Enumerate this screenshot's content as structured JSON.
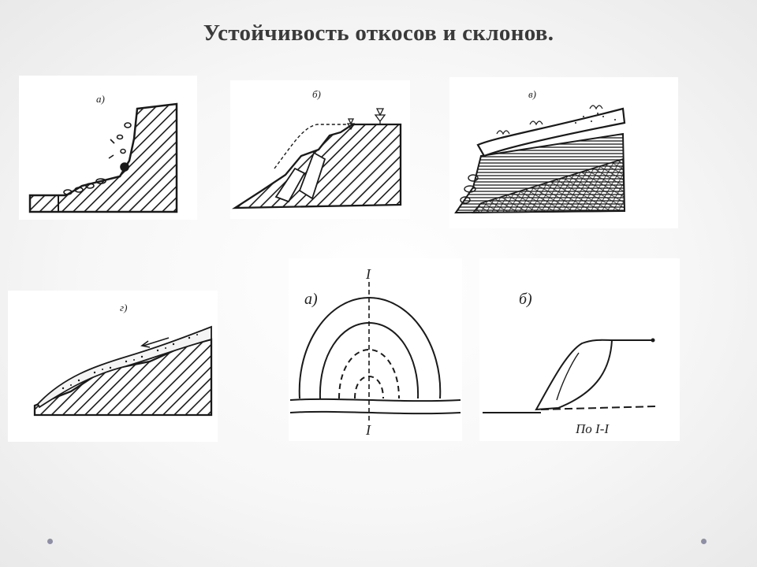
{
  "slide": {
    "title": "Устойчивость откосов и склонов."
  },
  "figures": {
    "a": {
      "label": "а)"
    },
    "b": {
      "label": "б)"
    },
    "v": {
      "label": "в)"
    },
    "g": {
      "label": "г)"
    },
    "plan": {
      "label": "а)",
      "axis_top": "I",
      "axis_bottom": "I"
    },
    "section": {
      "label": "б)",
      "caption": "По I-I"
    }
  },
  "colors": {
    "ink": "#1a1a1a",
    "title": "#3a3a3a",
    "nav_dot": "#8e8ea6"
  }
}
